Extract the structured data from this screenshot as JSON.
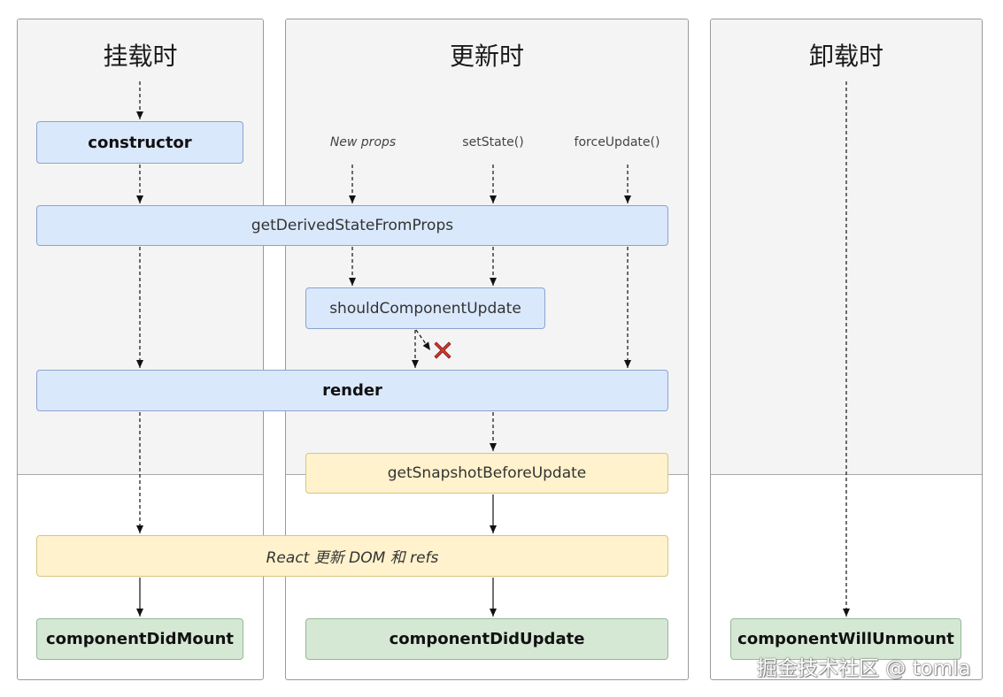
{
  "columns": {
    "mount": {
      "title": "挂载时"
    },
    "update": {
      "title": "更新时"
    },
    "unmount": {
      "title": "卸载时"
    }
  },
  "triggers": {
    "new_props": "New props",
    "set_state": "setState()",
    "force_update": "forceUpdate()"
  },
  "nodes": {
    "constructor": "constructor",
    "get_derived_state": "getDerivedStateFromProps",
    "should_update": "shouldComponentUpdate",
    "render": "render",
    "snapshot": "getSnapshotBeforeUpdate",
    "react_update_dom": "React 更新 DOM 和 refs",
    "did_mount": "componentDidMount",
    "did_update": "componentDidUpdate",
    "will_unmount": "componentWillUnmount"
  },
  "watermark": "掘金技术社区 @ tomla",
  "colors": {
    "blue_fill": "#dae8fc",
    "yellow_fill": "#fff2cc",
    "green_fill": "#d5e8d4",
    "cross": "#d9362b"
  }
}
